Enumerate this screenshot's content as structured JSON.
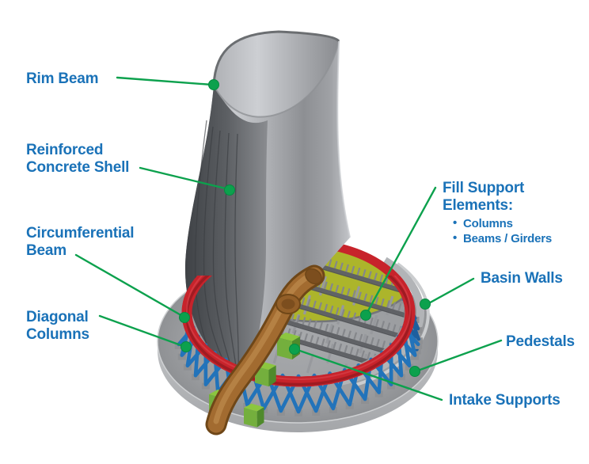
{
  "labels": {
    "rim_beam": "Rim Beam",
    "reinforced_concrete_shell": "Reinforced Concrete Shell",
    "circumferential_beam": "Circumferential Beam",
    "diagonal_columns": "Diagonal Columns",
    "fill_support_title": "Fill Support Elements:",
    "fill_support_items": [
      "Columns",
      "Beams / Girders"
    ],
    "basin_walls": "Basin Walls",
    "pedestals": "Pedestals",
    "intake_supports": "Intake Supports"
  },
  "colors": {
    "label_text_blue": "#1A72B8",
    "leader_line_green": "#0CA14D",
    "circumferential_beam_red": "#C7232B",
    "fill_deck_olive": "#ACB52B",
    "diagonal_column_blue": "#2273BA",
    "intake_support_green": "#74AF3D",
    "pipe_brown": "#A26B30",
    "concrete_shell_gray": "#AEB0B4"
  }
}
